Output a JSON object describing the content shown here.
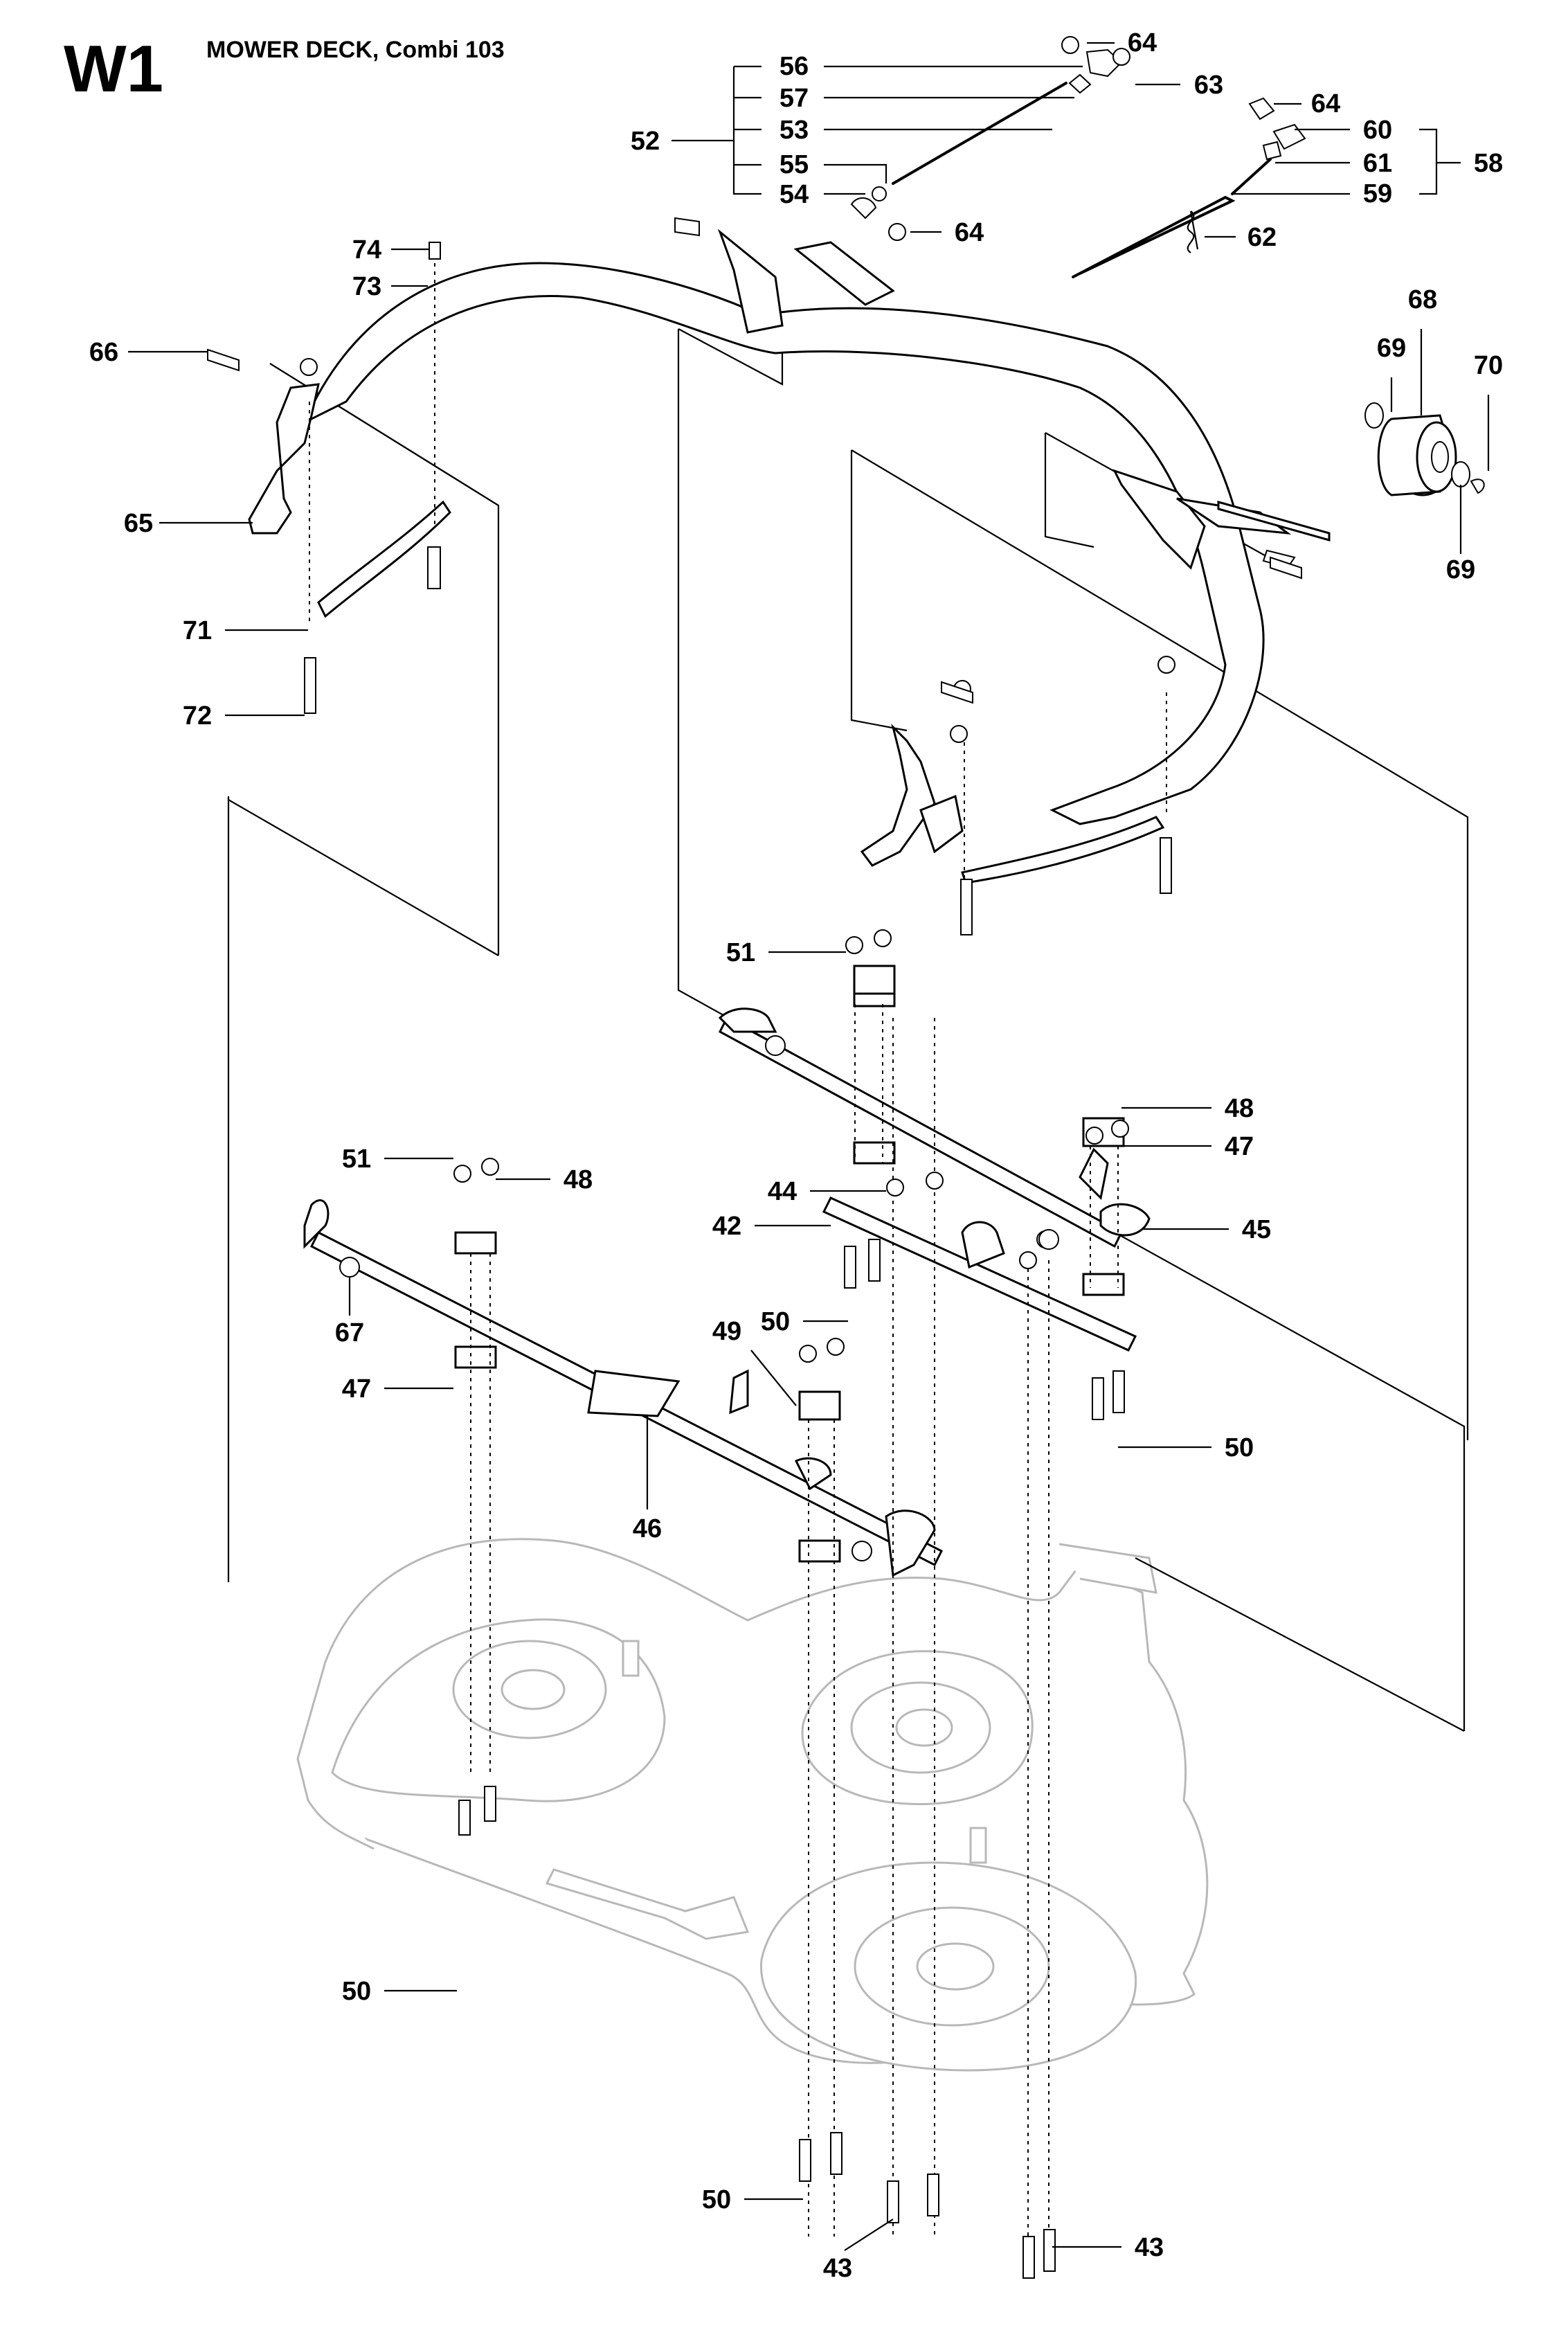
{
  "header": {
    "code": "W1",
    "title": "MOWER DECK, Combi 103"
  },
  "callouts": [
    {
      "id": "c56",
      "text": "56"
    },
    {
      "id": "c57",
      "text": "57"
    },
    {
      "id": "c53",
      "text": "53"
    },
    {
      "id": "c55",
      "text": "55"
    },
    {
      "id": "c54",
      "text": "54"
    },
    {
      "id": "c52",
      "text": "52"
    },
    {
      "id": "c64a",
      "text": "64"
    },
    {
      "id": "c63",
      "text": "63"
    },
    {
      "id": "c64b",
      "text": "64"
    },
    {
      "id": "c60",
      "text": "60"
    },
    {
      "id": "c61",
      "text": "61"
    },
    {
      "id": "c59",
      "text": "59"
    },
    {
      "id": "c58",
      "text": "58"
    },
    {
      "id": "c64c",
      "text": "64"
    },
    {
      "id": "c62",
      "text": "62"
    },
    {
      "id": "c74",
      "text": "74"
    },
    {
      "id": "c73",
      "text": "73"
    },
    {
      "id": "c66",
      "text": "66"
    },
    {
      "id": "c65",
      "text": "65"
    },
    {
      "id": "c71",
      "text": "71"
    },
    {
      "id": "c72",
      "text": "72"
    },
    {
      "id": "c68",
      "text": "68"
    },
    {
      "id": "c69a",
      "text": "69"
    },
    {
      "id": "c70",
      "text": "70"
    },
    {
      "id": "c69b",
      "text": "69"
    },
    {
      "id": "c51a",
      "text": "51"
    },
    {
      "id": "c48a",
      "text": "48"
    },
    {
      "id": "c47a",
      "text": "47"
    },
    {
      "id": "c44",
      "text": "44"
    },
    {
      "id": "c42",
      "text": "42"
    },
    {
      "id": "c45",
      "text": "45"
    },
    {
      "id": "c51b",
      "text": "51"
    },
    {
      "id": "c48b",
      "text": "48"
    },
    {
      "id": "c50a",
      "text": "50"
    },
    {
      "id": "c67",
      "text": "67"
    },
    {
      "id": "c49",
      "text": "49"
    },
    {
      "id": "c50b",
      "text": "50"
    },
    {
      "id": "c47b",
      "text": "47"
    },
    {
      "id": "c46",
      "text": "46"
    },
    {
      "id": "c50c",
      "text": "50"
    },
    {
      "id": "c50d",
      "text": "50"
    },
    {
      "id": "c43a",
      "text": "43"
    },
    {
      "id": "c43b",
      "text": "43"
    }
  ]
}
